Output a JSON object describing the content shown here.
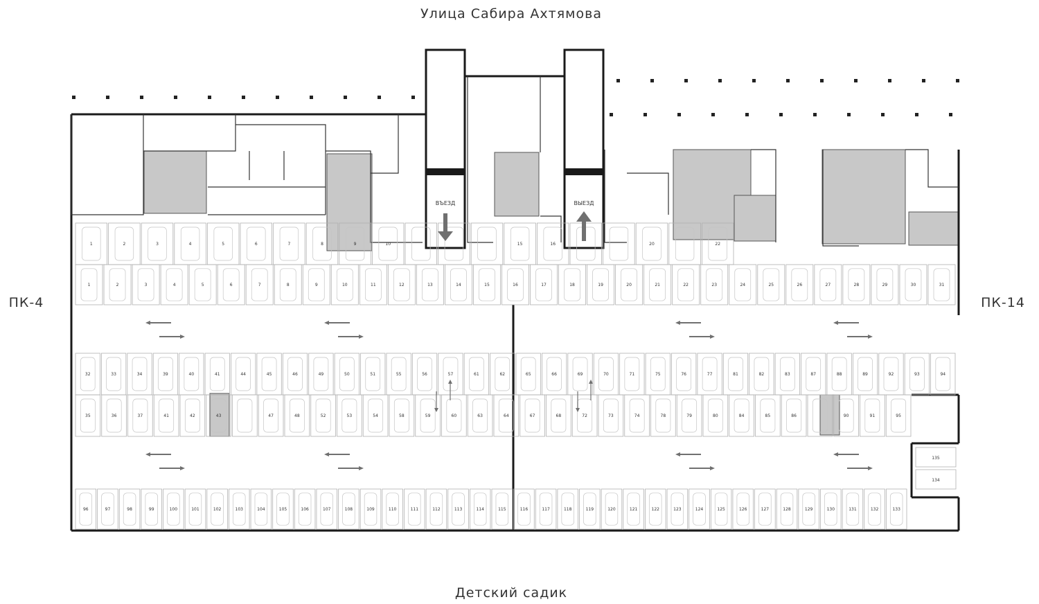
{
  "labels": {
    "street_top": "Улица Сабира Ахтямова",
    "street_bottom": "Детский садик",
    "left_section": "ПК-4",
    "right_section": "ПК-14",
    "entry": "ВЪЕЗД",
    "exit": "ВЫЕЗД"
  },
  "colors": {
    "wall": "#1a1a1a",
    "core_fill": "#c8c8c8",
    "spot_line": "#b0b0b0",
    "arrow": "#707070"
  },
  "rows": {
    "upper_row_a": [
      "1",
      "2",
      "3",
      "4",
      "5",
      "6",
      "7",
      "8",
      "9",
      "10",
      "",
      "",
      "",
      "15",
      "16",
      "",
      "",
      "20",
      "",
      "22"
    ],
    "upper_row_b": [
      "1",
      "2",
      "3",
      "4",
      "5",
      "6",
      "7",
      "8",
      "9",
      "10",
      "11",
      "12",
      "13",
      "14",
      "15",
      "16",
      "17",
      "18",
      "19",
      "20",
      "21",
      "22",
      "23",
      "24",
      "25",
      "26",
      "27",
      "28",
      "29",
      "30",
      "31"
    ],
    "middle_row_a": [
      "32",
      "33",
      "34",
      "39",
      "40",
      "41",
      "44",
      "45",
      "46",
      "49",
      "50",
      "51",
      "55",
      "56",
      "57",
      "61",
      "62",
      "65",
      "66",
      "69",
      "70",
      "71",
      "75",
      "76",
      "77",
      "81",
      "82",
      "83",
      "87",
      "88",
      "89",
      "92",
      "93",
      "94"
    ],
    "middle_row_b": [
      "35",
      "36",
      "37",
      "41",
      "42",
      "43",
      "",
      "47",
      "48",
      "52",
      "53",
      "54",
      "58",
      "59",
      "60",
      "63",
      "64",
      "67",
      "68",
      "72",
      "73",
      "74",
      "78",
      "79",
      "80",
      "84",
      "85",
      "86",
      "",
      "90",
      "91",
      "95"
    ],
    "bottom_row": [
      "96",
      "97",
      "98",
      "99",
      "100",
      "101",
      "102",
      "103",
      "104",
      "105",
      "106",
      "107",
      "108",
      "109",
      "110",
      "111",
      "112",
      "113",
      "114",
      "115",
      "116",
      "117",
      "118",
      "119",
      "120",
      "121",
      "122",
      "123",
      "124",
      "125",
      "126",
      "127",
      "128",
      "129",
      "130",
      "131",
      "132",
      "133"
    ],
    "side_spots": [
      "135",
      "134"
    ]
  }
}
